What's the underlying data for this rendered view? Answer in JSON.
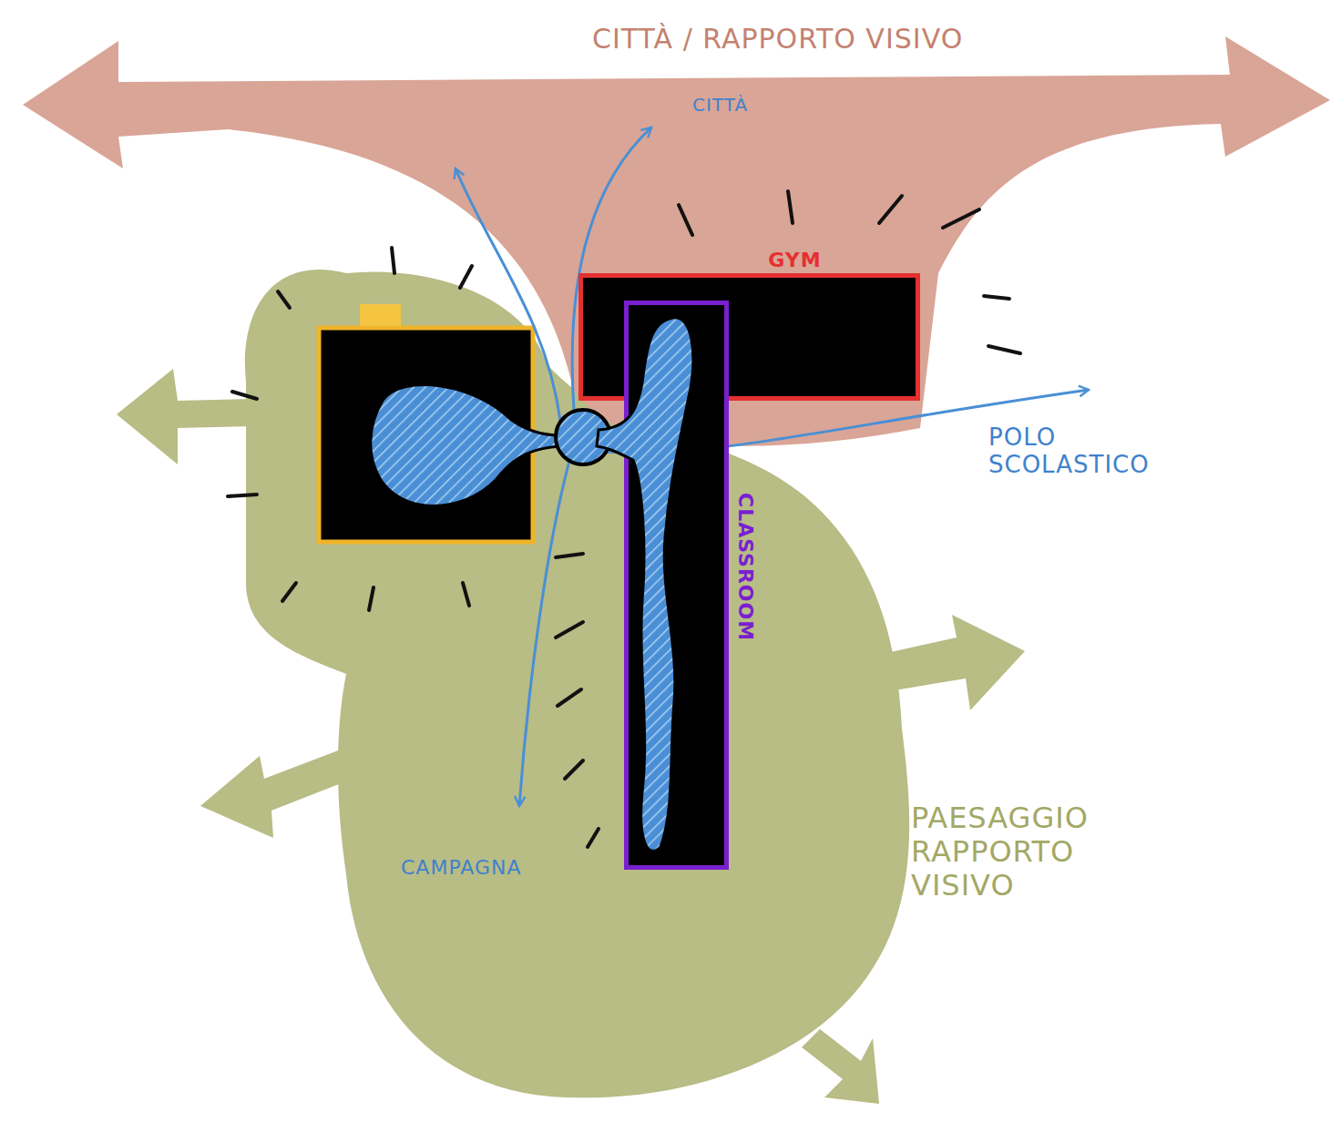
{
  "diagram": {
    "nodes": [
      {
        "text": [
          "GYM"
        ]
      },
      {
        "text": [
          "CLASSROOM"
        ]
      }
    ],
    "labels": [
      "CITTÀ / RAPPORTO VISIVO",
      "CITTÀ",
      "POLO SCOLASTICO",
      "CAMPAGNA",
      "PAESAGGIO RAPPORTO VISIVO"
    ]
  }
}
